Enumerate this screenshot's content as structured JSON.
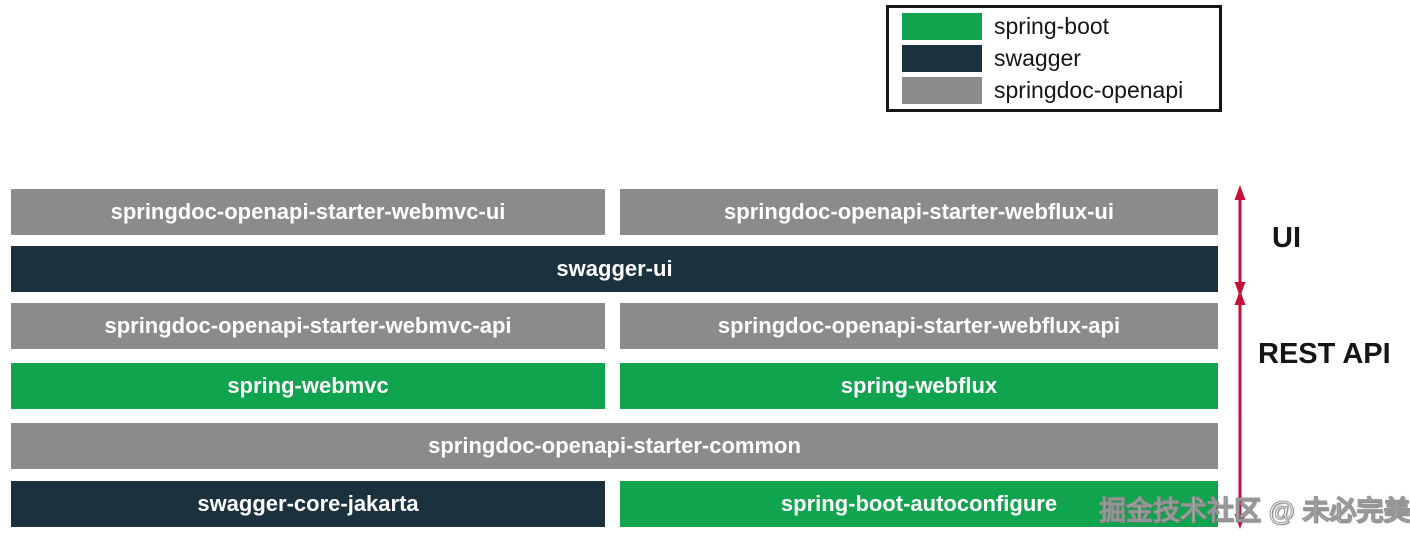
{
  "legend": {
    "items": [
      {
        "label": "spring-boot",
        "color": "#10A44E"
      },
      {
        "label": "swagger",
        "color": "#1B323E"
      },
      {
        "label": "springdoc-openapi",
        "color": "#8B8B8B"
      }
    ]
  },
  "bars": [
    {
      "label": "springdoc-openapi-starter-webmvc-ui"
    },
    {
      "label": "springdoc-openapi-starter-webflux-ui"
    },
    {
      "label": "swagger-ui"
    },
    {
      "label": "springdoc-openapi-starter-webmvc-api"
    },
    {
      "label": "springdoc-openapi-starter-webflux-api"
    },
    {
      "label": "spring-webmvc"
    },
    {
      "label": "spring-webflux"
    },
    {
      "label": "springdoc-openapi-starter-common"
    },
    {
      "label": "swagger-core-jakarta"
    },
    {
      "label": "spring-boot-autoconfigure"
    }
  ],
  "sections": [
    {
      "label": "UI"
    },
    {
      "label": "REST API"
    }
  ],
  "watermark": {
    "text": "掘金技术社区 @ 未必完美"
  },
  "colors": {
    "green": "#10A44E",
    "swagger-dark": "#1B323E",
    "gray": "#8B8B8B",
    "arrow-red": "#C41239",
    "text-dark": "#161616",
    "bar-text": "#FFFFFF"
  }
}
